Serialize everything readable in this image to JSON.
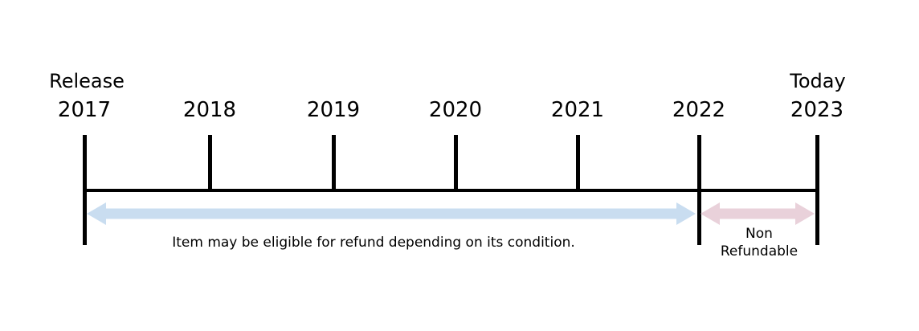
{
  "figure": {
    "title_hint": "refund eligibility timeline",
    "start_label": "Release",
    "end_label": "Today",
    "years": [
      "2017",
      "2018",
      "2019",
      "2020",
      "2021",
      "2022",
      "2023"
    ],
    "eligible_note": "Item may be eligible for refund depending on its condition.",
    "non_refundable_label": "Non Refundable",
    "spans": {
      "eligible": {
        "from": "2017",
        "to": "2022"
      },
      "non_refundable": {
        "from": "2022",
        "to": "2023"
      }
    },
    "colors": {
      "eligible_arrow": "#c9ddf0",
      "non_refundable_arrow": "#e9d1da",
      "axis": "#000000",
      "text": "#000000"
    }
  }
}
